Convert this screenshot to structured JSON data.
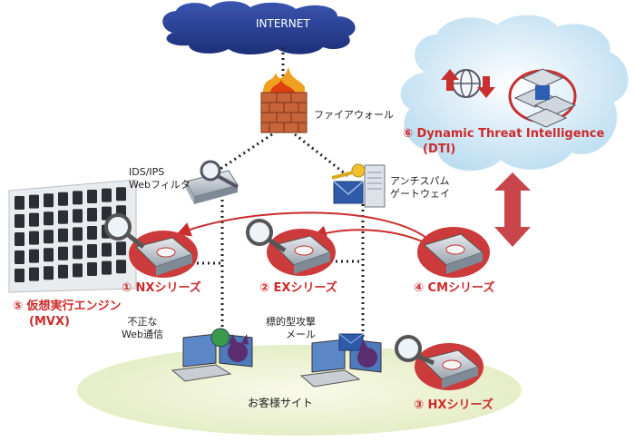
{
  "internet": {
    "label": "INTERNET"
  },
  "firewall": {
    "label": "ファイアウォール"
  },
  "ids": {
    "line1": "IDS/IPS",
    "line2": "Webフィルタ"
  },
  "antispam": {
    "line1": "アンチスパム",
    "line2": "ゲートウェイ"
  },
  "dti": {
    "number": "⑥",
    "line1": "Dynamic Threat Intelligence",
    "line2": "(DTI)"
  },
  "mvx": {
    "number": "⑤",
    "line1": "仮想実行エンジン",
    "line2": "(MVX)"
  },
  "products": {
    "nx": {
      "number": "①",
      "label": "NXシリーズ"
    },
    "ex": {
      "number": "②",
      "label": "EXシリーズ"
    },
    "hx": {
      "number": "③",
      "label": "HXシリーズ"
    },
    "cm": {
      "number": "④",
      "label": "CMシリーズ"
    }
  },
  "threats": {
    "web": {
      "line1": "不正な",
      "line2": "Web通信"
    },
    "mail": {
      "line1": "標的型攻撃",
      "line2": "メール"
    }
  },
  "customer_site": {
    "label": "お客様サイト"
  },
  "colors": {
    "accent": "#cc2b2b",
    "cloud": "#d9ecf7",
    "site": "#eef3d6"
  }
}
